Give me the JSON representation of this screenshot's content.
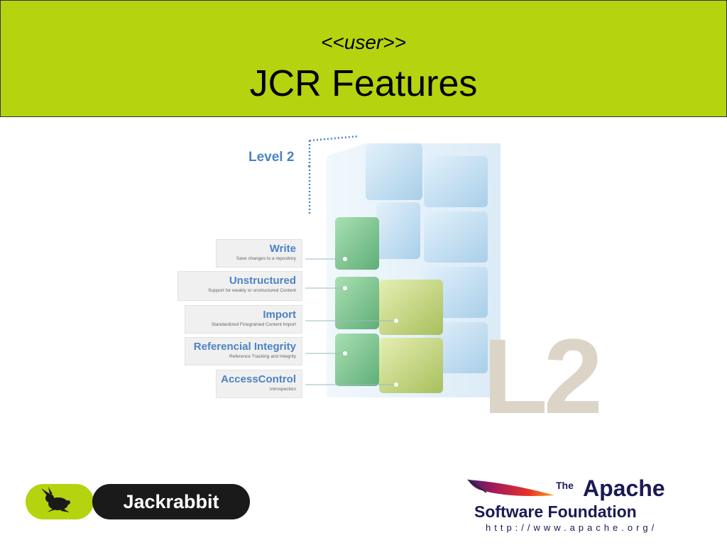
{
  "header": {
    "subtitle": "<<user>>",
    "title": "JCR Features",
    "background_color": "#b5d30f"
  },
  "diagram": {
    "level_label": "Level 2",
    "big_label": "L2",
    "features": [
      {
        "name": "Write",
        "desc": "Save changes to a repository"
      },
      {
        "name": "Unstructured",
        "desc": "Support for weakly or unstructured Content"
      },
      {
        "name": "Import",
        "desc": "Standardized Finegrained Content Import"
      },
      {
        "name": "Referencial Integrity",
        "desc": "Reference Tracking and Integrity"
      },
      {
        "name": "AccessControl",
        "desc": "Introspection"
      }
    ],
    "colors": {
      "label_blue": "#4c83c4",
      "cube_green": "#7fc98a",
      "cube_yellow": "#c8d97a",
      "cube_blue": "#b9daf2"
    }
  },
  "logos": {
    "jackrabbit": "Jackrabbit",
    "apache_the": "The",
    "apache_name": "Apache",
    "apache_foundation": "Software Foundation",
    "apache_url": "http://www.apache.org/"
  }
}
